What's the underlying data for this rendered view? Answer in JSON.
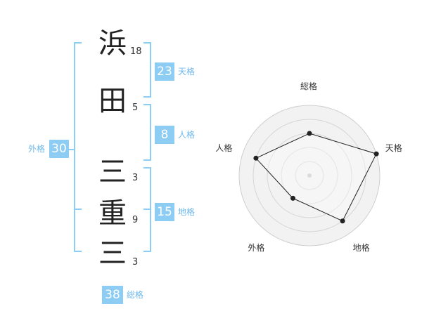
{
  "characters": [
    {
      "kanji": "浜",
      "strokes": "18"
    },
    {
      "kanji": "田",
      "strokes": "5"
    },
    {
      "kanji": "三",
      "strokes": "3"
    },
    {
      "kanji": "重",
      "strokes": "9"
    },
    {
      "kanji": "三",
      "strokes": "3"
    }
  ],
  "fortunes": {
    "tenkaku": {
      "value": "23",
      "label": "天格"
    },
    "jinkaku": {
      "value": "8",
      "label": "人格"
    },
    "chikaku": {
      "value": "15",
      "label": "地格"
    },
    "gaikaku": {
      "value": "30",
      "label": "外格"
    },
    "soukaku": {
      "value": "38",
      "label": "総格"
    }
  },
  "colors": {
    "accent": "#8dccf3",
    "label": "#6fb8ea"
  },
  "chart_data": {
    "type": "radar",
    "axes": [
      "総格",
      "天格",
      "地格",
      "外格",
      "人格"
    ],
    "values": [
      3,
      5,
      4,
      2,
      4
    ],
    "max": 5
  }
}
